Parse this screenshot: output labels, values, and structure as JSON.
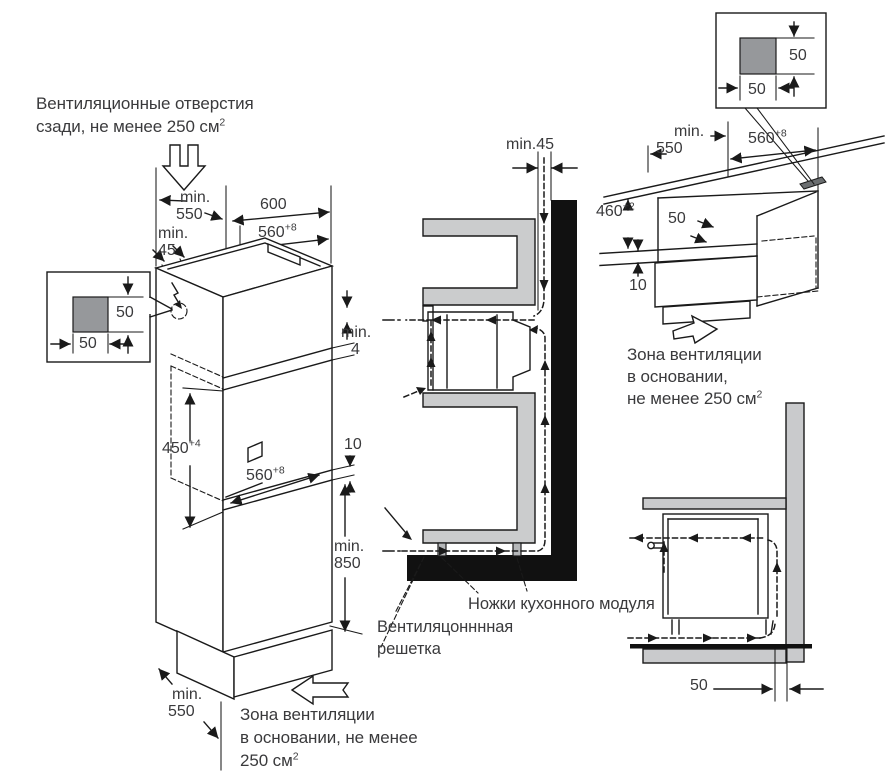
{
  "annotations": {
    "vent_rear_line1": "Вентиляционные отверстия",
    "vent_rear_line2": "сзади, не менее 250 см",
    "sup_2": "2",
    "zone_left_line1": "Зона вентиляции",
    "zone_left_line2": "в основании, не менее",
    "zone_left_line3": "250 см",
    "zone_right_line1": "Зона вентиляции",
    "zone_right_line2": "в основании,",
    "zone_right_line3": "не менее 250 см",
    "legs_label": "Ножки кухонного модуля",
    "grille_line1": "Вентиляцонннная",
    "grille_line2": "решетка"
  },
  "dimensions": {
    "min_label": "min.",
    "left_cabinet": {
      "depth_top": "550",
      "width": "600",
      "rear_gap": "45",
      "niche_width_top": "560",
      "niche_width_top_sup": "+8",
      "top_gap": "4",
      "niche_height": "450",
      "niche_height_sup": "+4",
      "bottom_gap": "10",
      "niche_width_inner": "560",
      "niche_width_inner_sup": "+8",
      "base_height": "850",
      "depth_bottom": "550",
      "vent_square_w": "50",
      "vent_square_h": "50"
    },
    "middle_section": {
      "wall_gap": "min.45"
    },
    "right_cabinet": {
      "depth": "550",
      "niche_width": "560",
      "niche_width_sup": "+8",
      "niche_height": "460",
      "niche_height_sup": "+2",
      "rear_vent": "50",
      "bottom_gap": "10",
      "vent_square_w": "50",
      "vent_square_h": "50"
    },
    "bottom_section": {
      "wall_gap": "50"
    }
  },
  "colors": {
    "line": "#1a1a1a",
    "text": "#3a3a3c",
    "cabinet_gray": "#cbcccd",
    "wall_black": "#111111",
    "vent_square_gray": "#96989b"
  }
}
